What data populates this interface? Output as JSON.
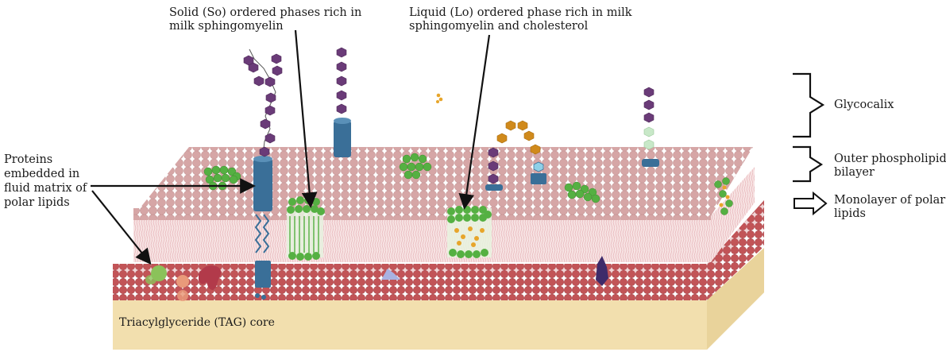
{
  "labels": {
    "so_line1": "Solid (So) ordered phases rich in",
    "so_line2": "milk sphingomyelin",
    "lo_line1": "Liquid (Lo) ordered phase rich in milk",
    "lo_line2": "sphingomyelin and cholesterol",
    "proteins_line1": "Proteins",
    "proteins_line2": "embedded in",
    "proteins_line3": "fluid matrix of",
    "proteins_line4": "polar lipids",
    "glycocalix": "Glycocalix",
    "outer_line1": "Outer phospholipid",
    "outer_line2": "bilayer",
    "mono_line1": "Monolayer of polar",
    "mono_line2": "lipids",
    "tag_core": "Triacylglyceride (TAG) core"
  },
  "colors": {
    "tag_core": "#f2dfae",
    "tag_core_side": "#e9d39b",
    "outer_heads": "#d6a6a6",
    "inner_heads": "#c25457",
    "tails": "#f3d6d6",
    "sphingomyelin": "#55b042",
    "cholesterol": "#e7a52a",
    "protein_blue": "#3a6f98",
    "glycan_purple": "#6a3b78",
    "glycan_orange": "#d08a1c",
    "glycan_green": "#c8e8c8",
    "protein_green": "#8bc25a",
    "protein_orange": "#e99a7a",
    "protein_red": "#b23a4a",
    "protein_lavender": "#a8b2e2",
    "protein_darkpurple": "#3e2b6a"
  }
}
